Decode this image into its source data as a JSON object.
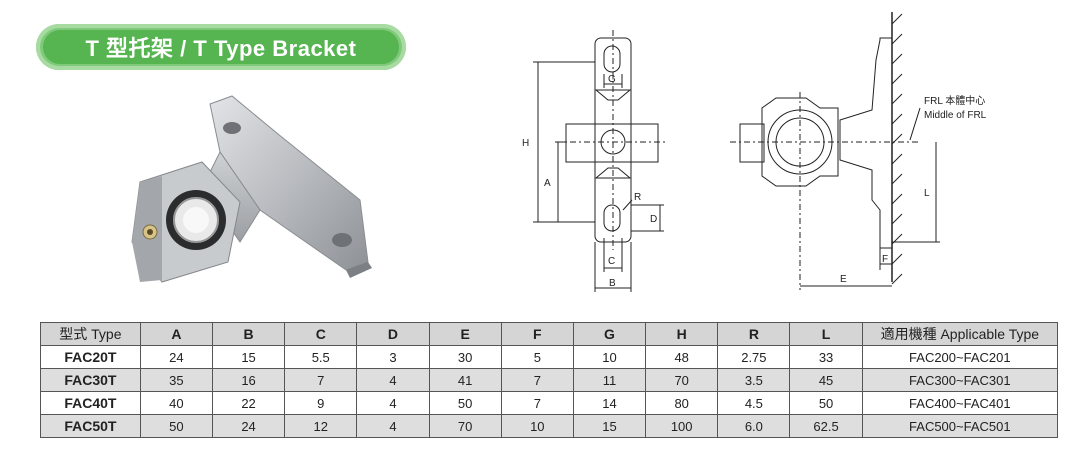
{
  "header": {
    "title": "T 型托架 / T Type Bracket"
  },
  "drawing": {
    "labels": {
      "g": "G",
      "h": "H",
      "a": "A",
      "r": "R",
      "d": "D",
      "c": "C",
      "b": "B",
      "l": "L",
      "e": "E",
      "f": "F"
    },
    "frl_cn": "FRL 本體中心",
    "frl_en": "Middle of FRL"
  },
  "table": {
    "headers": [
      "型式 Type",
      "A",
      "B",
      "C",
      "D",
      "E",
      "F",
      "G",
      "H",
      "R",
      "L",
      "適用機種 Applicable Type"
    ],
    "rows": [
      [
        "FAC20T",
        "24",
        "15",
        "5.5",
        "3",
        "30",
        "5",
        "10",
        "48",
        "2.75",
        "33",
        "FAC200~FAC201"
      ],
      [
        "FAC30T",
        "35",
        "16",
        "7",
        "4",
        "41",
        "7",
        "11",
        "70",
        "3.5",
        "45",
        "FAC300~FAC301"
      ],
      [
        "FAC40T",
        "40",
        "22",
        "9",
        "4",
        "50",
        "7",
        "14",
        "80",
        "4.5",
        "50",
        "FAC400~FAC401"
      ],
      [
        "FAC50T",
        "50",
        "24",
        "12",
        "4",
        "70",
        "10",
        "15",
        "100",
        "6.0",
        "62.5",
        "FAC500~FAC501"
      ]
    ]
  },
  "colors": {
    "pill_outer": "#7fc97a",
    "pill_inner": "#56b451",
    "header_bg": "#d5d5d5",
    "row_alt": "#dedede"
  }
}
